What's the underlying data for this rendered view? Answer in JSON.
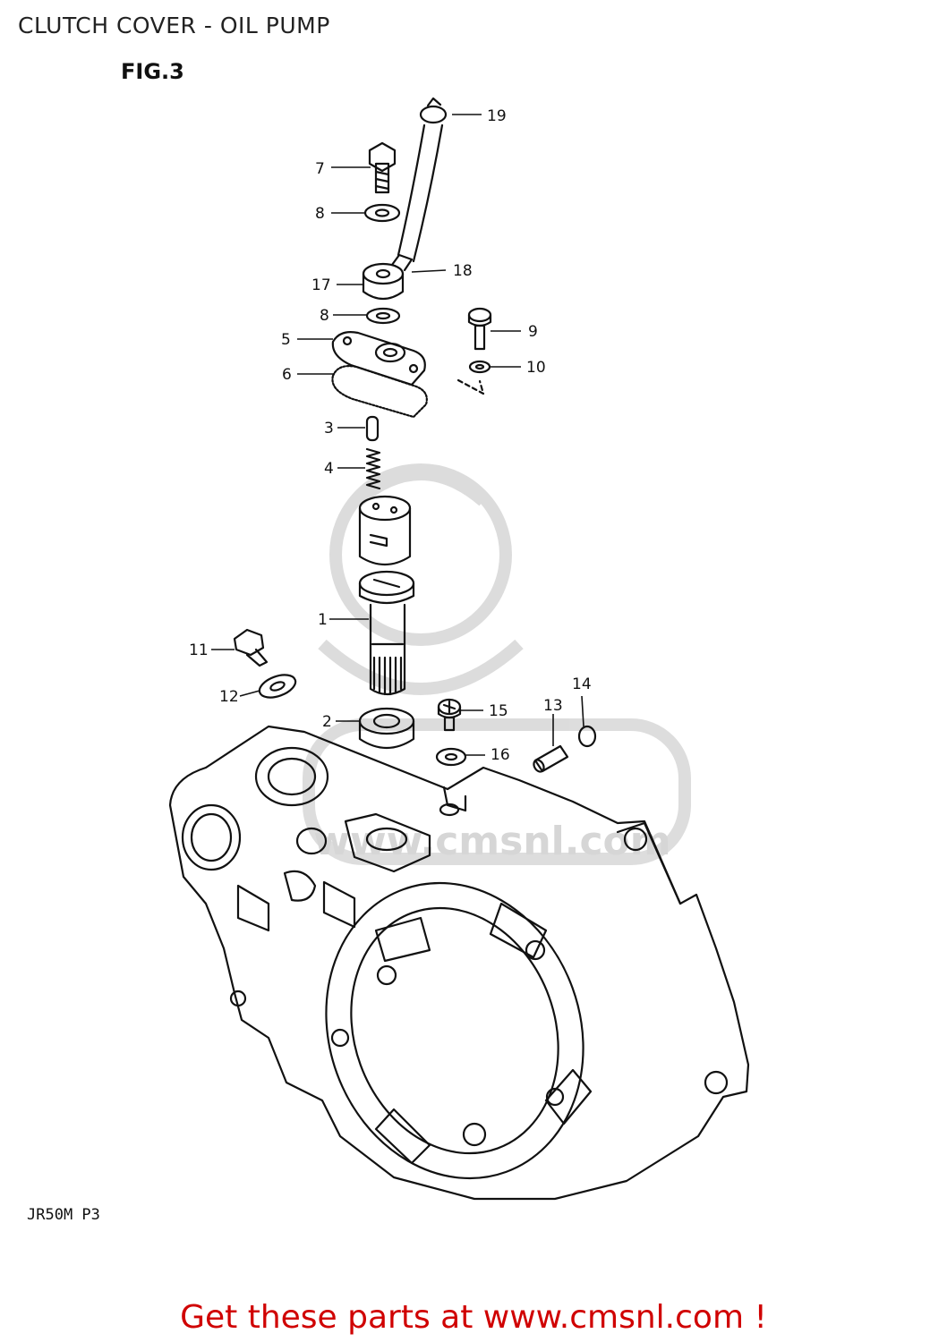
{
  "page": {
    "title": "CLUTCH COVER - OIL PUMP"
  },
  "figure": {
    "label": "FIG.3",
    "code": "JR50M P3"
  },
  "watermark": {
    "text": "www.cmsnl.com"
  },
  "callouts": [
    "19",
    "7",
    "8",
    "17",
    "18",
    "8",
    "9",
    "5",
    "10",
    "6",
    "3",
    "4",
    "1",
    "11",
    "12",
    "14",
    "13",
    "2",
    "15",
    "16"
  ],
  "footer": {
    "link_text": "Get these parts at www.cmsnl.com !"
  },
  "colors": {
    "footer_text": "#d00000",
    "line_art": "#111111",
    "watermark": "#d8d8d8"
  }
}
